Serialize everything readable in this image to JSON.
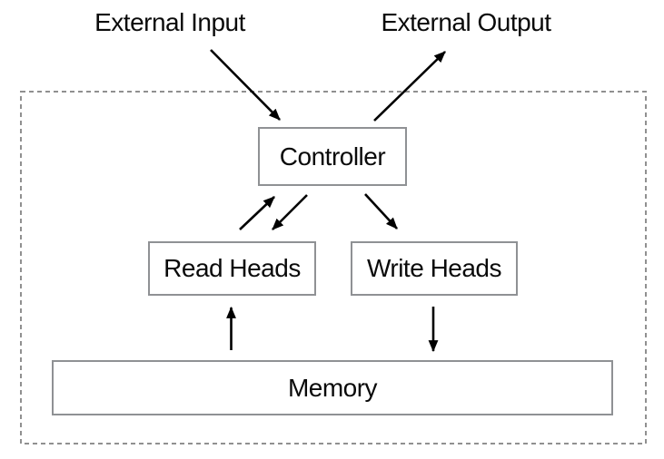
{
  "diagram": {
    "external_input": "External Input",
    "external_output": "External Output",
    "nodes": {
      "controller": "Controller",
      "read_heads": "Read Heads",
      "write_heads": "Write Heads",
      "memory": "Memory"
    },
    "edges": [
      {
        "from": "External Input",
        "to": "Controller"
      },
      {
        "from": "Controller",
        "to": "External Output"
      },
      {
        "from": "Read Heads",
        "to": "Controller"
      },
      {
        "from": "Controller",
        "to": "Read Heads"
      },
      {
        "from": "Controller",
        "to": "Write Heads"
      },
      {
        "from": "Memory",
        "to": "Read Heads"
      },
      {
        "from": "Write Heads",
        "to": "Memory"
      }
    ],
    "colors": {
      "background": "#ffffff",
      "box_border": "#8f9194",
      "dashed_border": "#909090",
      "arrow": "#000000",
      "text": "#0a0a0a"
    }
  }
}
